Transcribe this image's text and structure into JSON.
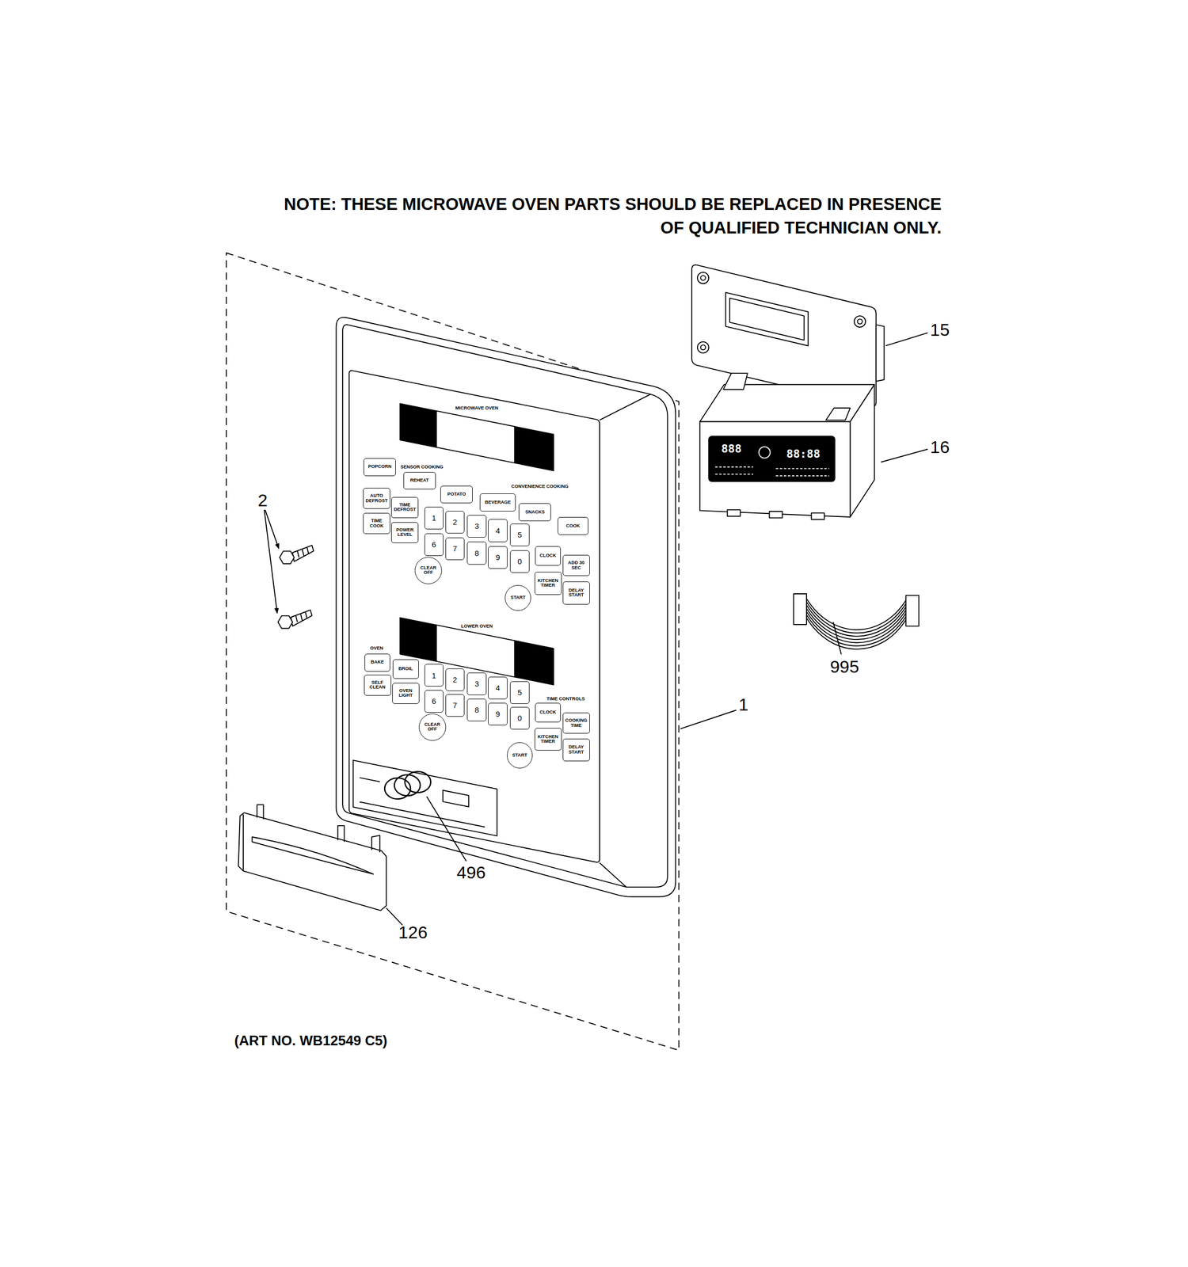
{
  "diagram": {
    "nodes": [
      {
        "text": [
          "POPCORN"
        ]
      },
      {
        "text": [
          "REHEAT"
        ]
      },
      {
        "text": [
          "POTATO"
        ]
      },
      {
        "text": [
          "BEVERAGE"
        ]
      },
      {
        "text": [
          "SNACKS"
        ]
      },
      {
        "text": [
          "COOK"
        ]
      },
      {
        "text": [
          "AUTO DEFROST"
        ]
      },
      {
        "text": [
          "TIME DEFROST"
        ]
      },
      {
        "text": [
          "TIME COOK"
        ]
      },
      {
        "text": [
          "POWER LEVEL"
        ]
      },
      {
        "text": [
          "1"
        ]
      },
      {
        "text": [
          "2"
        ]
      },
      {
        "text": [
          "3"
        ]
      },
      {
        "text": [
          "4"
        ]
      },
      {
        "text": [
          "5"
        ]
      },
      {
        "text": [
          "6"
        ]
      },
      {
        "text": [
          "7"
        ]
      },
      {
        "text": [
          "8"
        ]
      },
      {
        "text": [
          "9"
        ]
      },
      {
        "text": [
          "0"
        ]
      },
      {
        "text": [
          "CLEAR OFF"
        ]
      },
      {
        "text": [
          "START"
        ]
      },
      {
        "text": [
          "CLOCK"
        ]
      },
      {
        "text": [
          "ADD 30 SEC"
        ]
      },
      {
        "text": [
          "KITCHEN TIMER"
        ]
      },
      {
        "text": [
          "DELAY START"
        ]
      },
      {
        "text": [
          "BAKE"
        ]
      },
      {
        "text": [
          "BROIL"
        ]
      },
      {
        "text": [
          "SELF CLEAN"
        ]
      },
      {
        "text": [
          "OVEN LIGHT"
        ]
      },
      {
        "text": [
          "1"
        ]
      },
      {
        "text": [
          "2"
        ]
      },
      {
        "text": [
          "3"
        ]
      },
      {
        "text": [
          "4"
        ]
      },
      {
        "text": [
          "5"
        ]
      },
      {
        "text": [
          "6"
        ]
      },
      {
        "text": [
          "7"
        ]
      },
      {
        "text": [
          "8"
        ]
      },
      {
        "text": [
          "9"
        ]
      },
      {
        "text": [
          "0"
        ]
      },
      {
        "text": [
          "CLEAR OFF"
        ]
      },
      {
        "text": [
          "START"
        ]
      },
      {
        "text": [
          "CLOCK"
        ]
      },
      {
        "text": [
          "COOKING TIME"
        ]
      },
      {
        "text": [
          "KITCHEN TIMER"
        ]
      },
      {
        "text": [
          "DELAY START"
        ]
      }
    ],
    "labels": [
      "NOTE: THESE MICROWAVE OVEN PARTS SHOULD BE REPLACED IN PRESENCE OF QUALIFIED TECHNICIAN ONLY.",
      "15",
      "16",
      "995",
      "2",
      "1",
      "496",
      "126",
      "(ART NO. WB12549 C5)",
      "MICROWAVE OVEN",
      "SENSOR COOKING",
      "CONVENIENCE COOKING",
      "LOWER OVEN",
      "OVEN",
      "TIME CONTROLS",
      "888",
      "88:88"
    ]
  }
}
